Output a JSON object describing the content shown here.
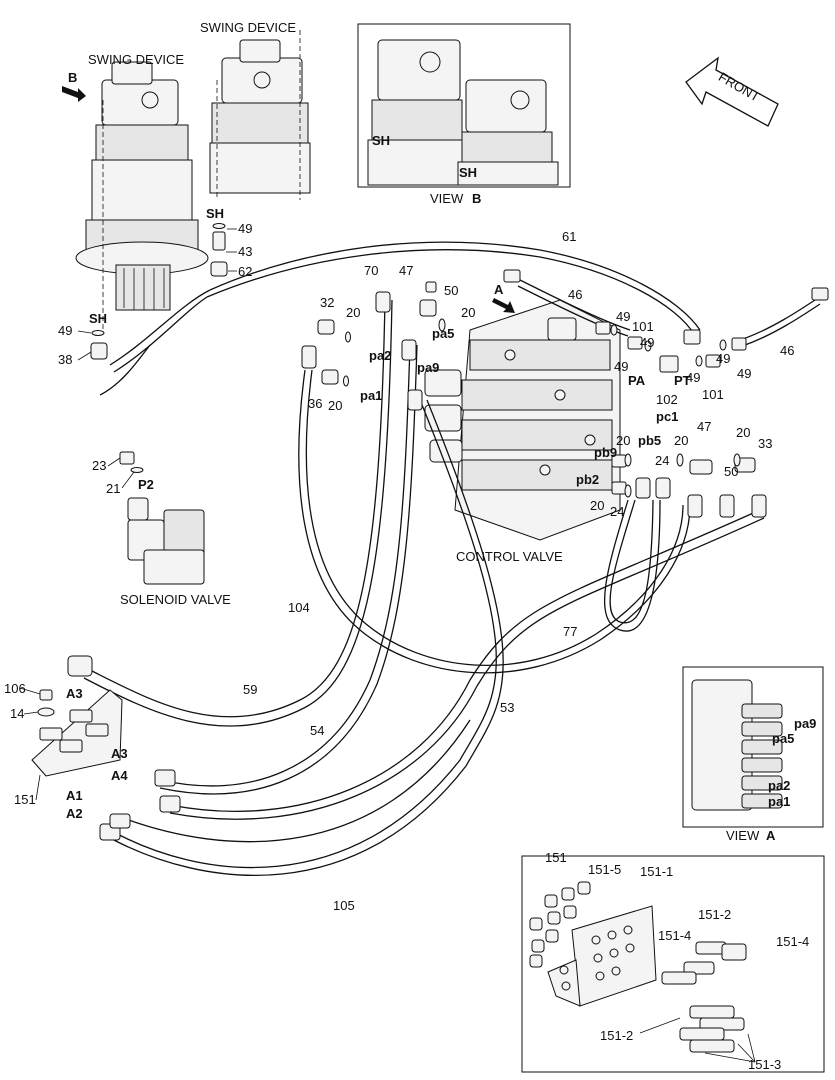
{
  "titles": {
    "swing_device_left": "SWING DEVICE",
    "swing_device_right": "SWING DEVICE",
    "control_valve": "CONTROL VALVE",
    "solenoid_valve": "SOLENOID VALVE",
    "front": "FRONT",
    "view_b_prefix": "VIEW",
    "view_b_letter": "B",
    "view_a_prefix": "VIEW",
    "view_a_letter": "A",
    "arrow_b": "B",
    "arrow_a": "A"
  },
  "ports": {
    "sh_1": "SH",
    "sh_2": "SH",
    "sh_viewb_1": "SH",
    "sh_viewb_2": "SH",
    "pa2": "pa2",
    "pa1": "pa1",
    "pa9": "pa9",
    "pa5": "pa5",
    "pb5": "pb5",
    "pb9": "pb9",
    "pb2": "pb2",
    "pc1": "pc1",
    "pa": "PA",
    "pt": "PT",
    "p2": "P2",
    "a3_top": "A3",
    "a3_mid": "A3",
    "a4": "A4",
    "a1": "A1",
    "a2": "A2",
    "view_a_pa9": "pa9",
    "view_a_pa5": "pa5",
    "view_a_pa2": "pa2",
    "view_a_pa1": "pa1"
  },
  "callouts": {
    "c49_a": "49",
    "c43": "43",
    "c62": "62",
    "c49_b": "49",
    "c38": "38",
    "c61": "61",
    "c70": "70",
    "c47_a": "47",
    "c50_a": "50",
    "c32": "32",
    "c20_a": "20",
    "c20_b": "20",
    "c36": "36",
    "c20_c": "20",
    "c46_a": "46",
    "c49_c": "49",
    "c101_a": "101",
    "c49_d": "49",
    "c102": "102",
    "c49_e": "49",
    "c101_b": "101",
    "c49_f": "49",
    "c46_b": "46",
    "c47_b": "47",
    "c20_d": "20",
    "c33": "33",
    "c20_e": "20",
    "c24_a": "24",
    "c50_b": "50",
    "c20_f": "20",
    "c24_b": "24",
    "c20_g": "20",
    "c23": "23",
    "c21": "21",
    "c104": "104",
    "c77": "77",
    "c106": "106",
    "c14": "14",
    "c151": "151",
    "c59": "59",
    "c54": "54",
    "c53": "53",
    "c105": "105",
    "d151": "151",
    "d151_5": "151-5",
    "d151_1": "151-1",
    "d151_2_a": "151-2",
    "d151_4_a": "151-4",
    "d151_4_b": "151-4",
    "d151_2_b": "151-2",
    "d151_3": "151-3"
  }
}
